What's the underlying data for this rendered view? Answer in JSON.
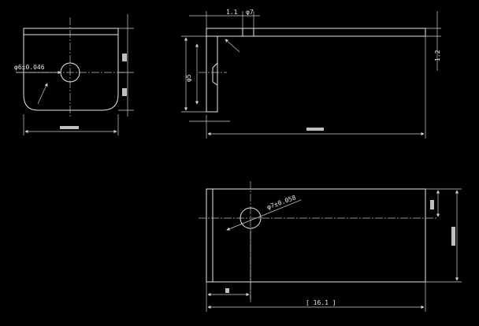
{
  "drawing": {
    "background": "#000000",
    "line_color": "#e8e8e8",
    "annotations": {
      "hole_left": "φ6±0.046",
      "hole_bottom": "φ7±0.058",
      "top_small_dim": "1.1",
      "top_phi": "φ7",
      "right_dim_a": "1.2",
      "bottom_overall": "[ 16.1 ]",
      "left_vert": "φ5"
    }
  }
}
